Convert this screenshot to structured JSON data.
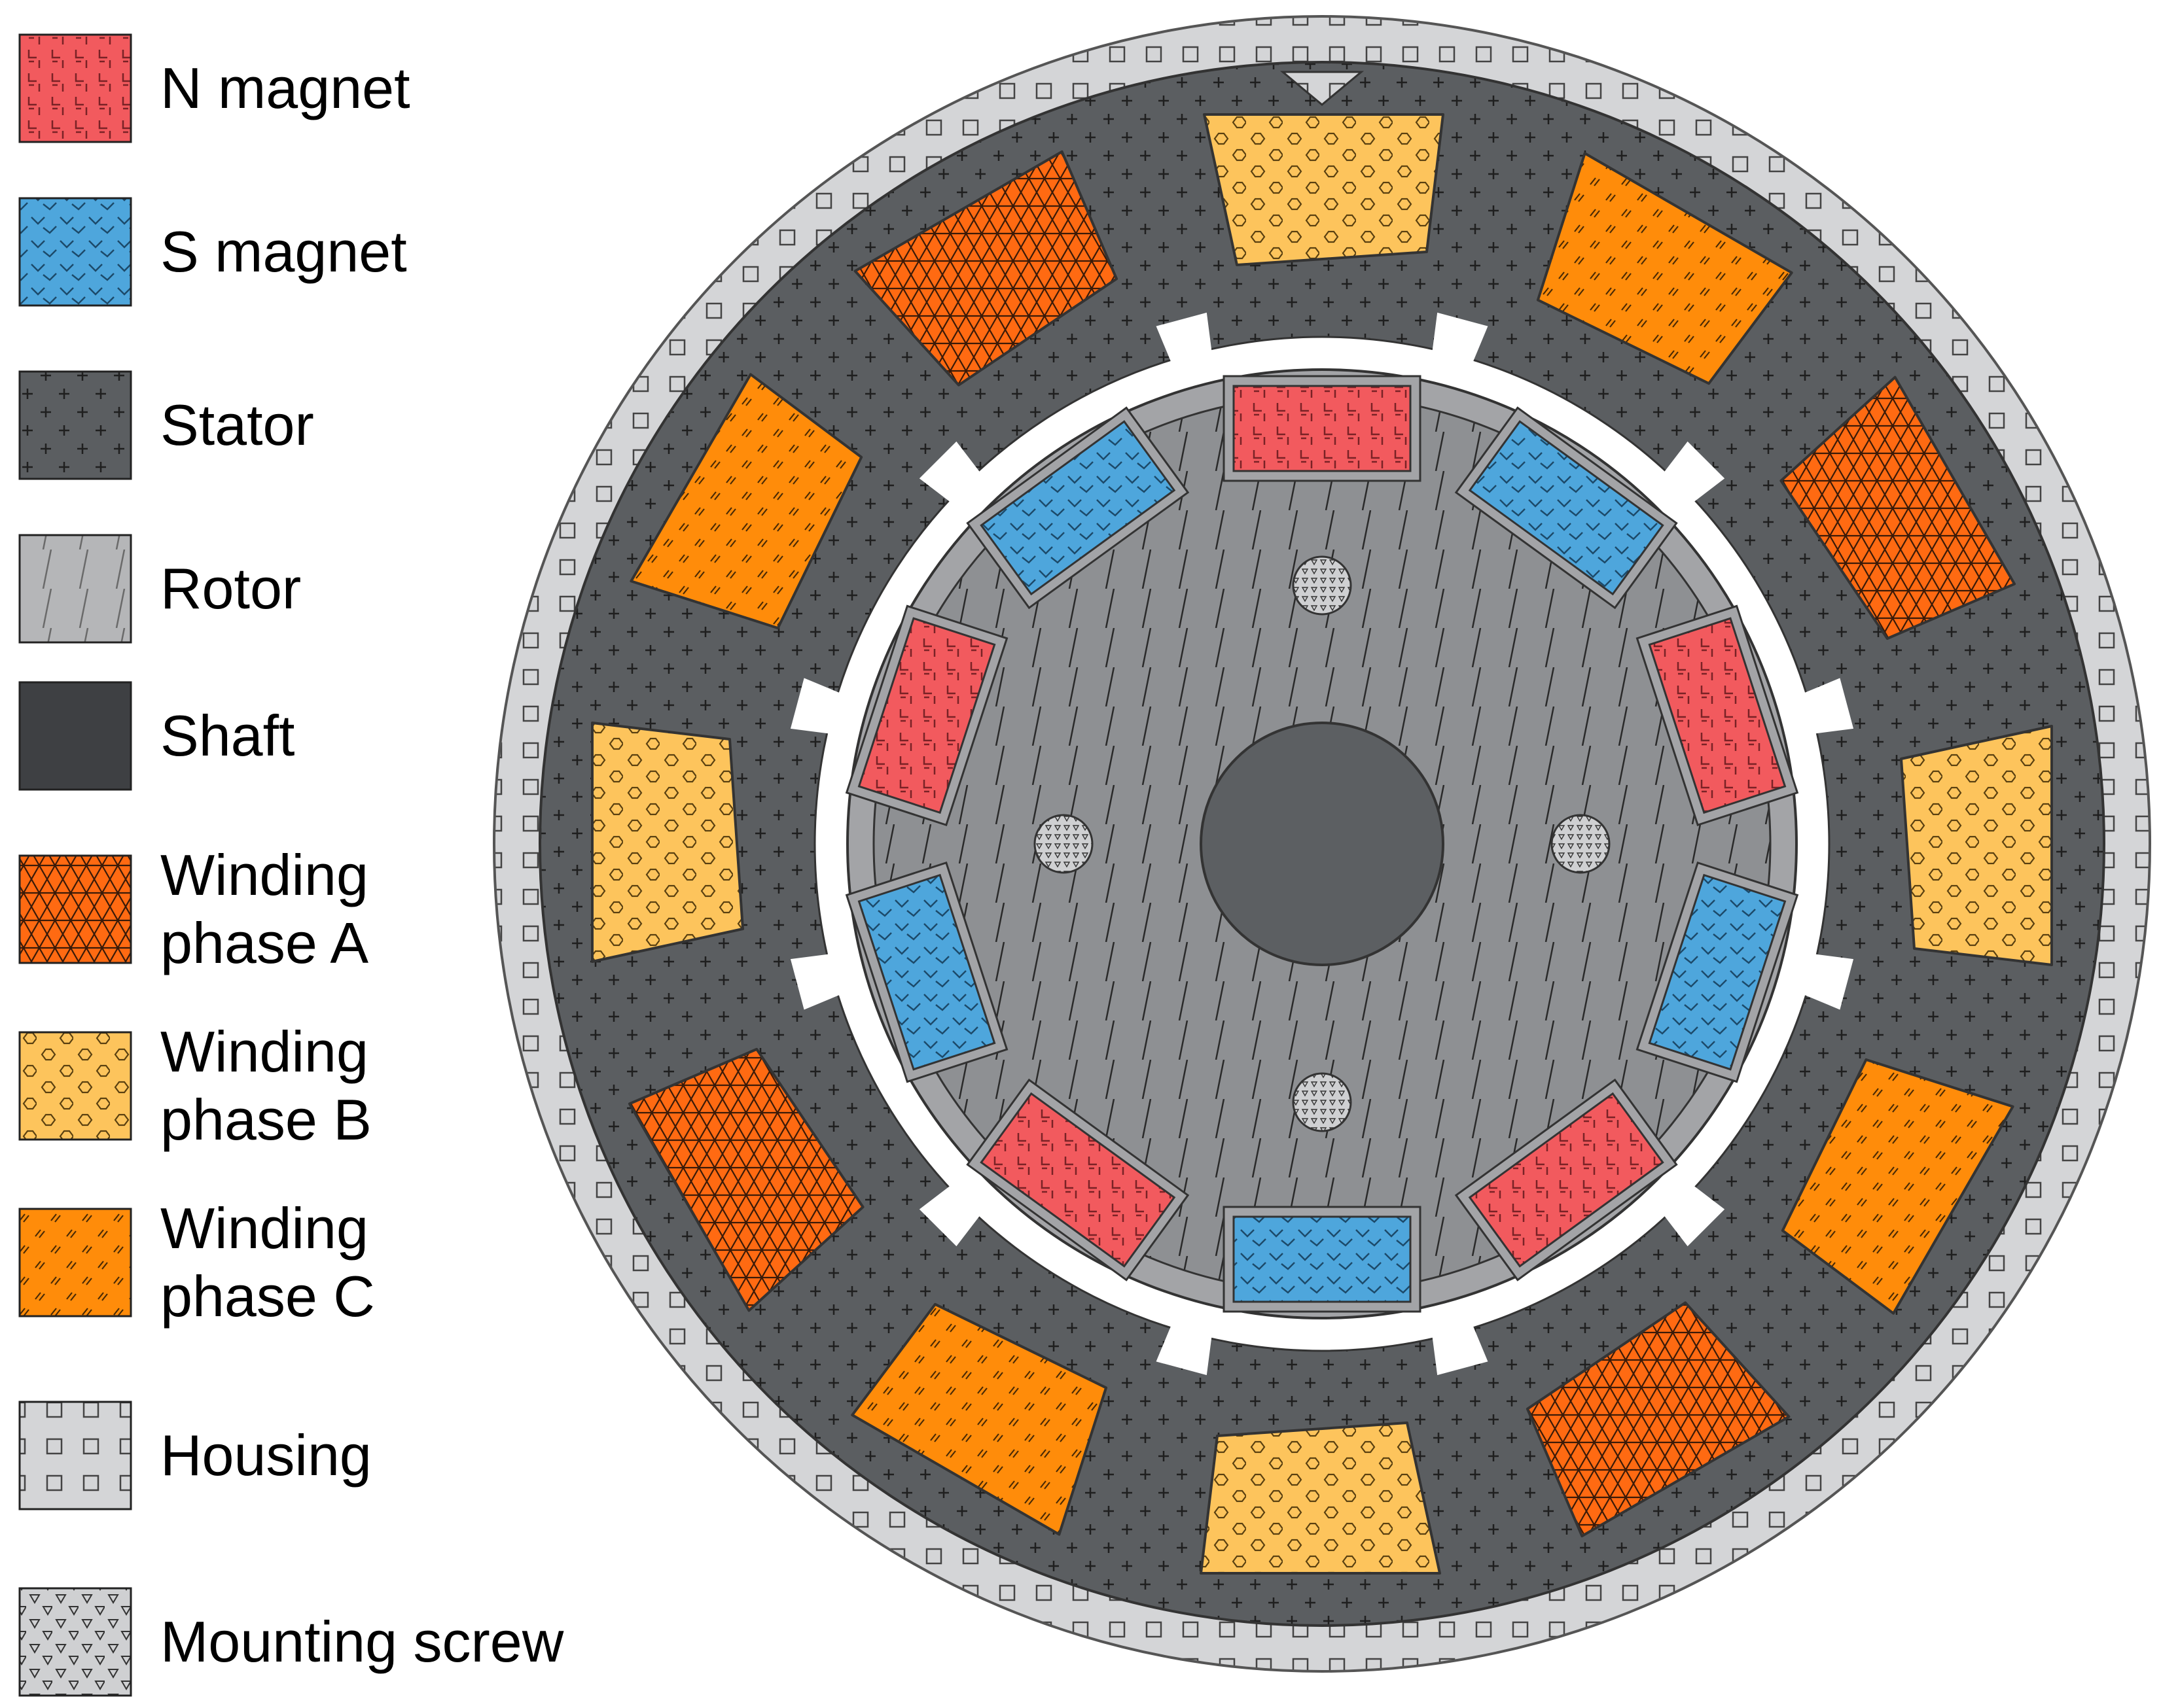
{
  "legend": {
    "items": [
      {
        "key": "n_magnet",
        "label_lines": [
          "N magnet"
        ],
        "pattern": "pat-n",
        "color": "#f25a5e",
        "icon_name": "n-magnet-swatch"
      },
      {
        "key": "s_magnet",
        "label_lines": [
          "S magnet"
        ],
        "pattern": "pat-s",
        "color": "#4ea6dc",
        "icon_name": "s-magnet-swatch"
      },
      {
        "key": "stator",
        "label_lines": [
          "Stator"
        ],
        "pattern": "pat-stator",
        "color": "#5b5e61",
        "icon_name": "stator-swatch"
      },
      {
        "key": "rotor",
        "label_lines": [
          "Rotor"
        ],
        "pattern": "pat-rotor",
        "color": "#a8a9ac",
        "icon_name": "rotor-swatch"
      },
      {
        "key": "shaft",
        "label_lines": [
          "Shaft"
        ],
        "pattern": "solid-shaft",
        "color": "#3e4043",
        "icon_name": "shaft-swatch"
      },
      {
        "key": "phase_a",
        "label_lines": [
          "Winding",
          "phase A"
        ],
        "pattern": "pat-a",
        "color": "#ff6a12",
        "icon_name": "winding-phase-a-swatch"
      },
      {
        "key": "phase_b",
        "label_lines": [
          "Winding",
          "phase B"
        ],
        "pattern": "pat-b",
        "color": "#fdc45c",
        "icon_name": "winding-phase-b-swatch"
      },
      {
        "key": "phase_c",
        "label_lines": [
          "Winding",
          "phase C"
        ],
        "pattern": "pat-c",
        "color": "#ff8c0a",
        "icon_name": "winding-phase-c-swatch"
      },
      {
        "key": "housing",
        "label_lines": [
          "Housing"
        ],
        "pattern": "pat-housing",
        "color": "#d4d5d7",
        "icon_name": "housing-swatch"
      },
      {
        "key": "screw",
        "label_lines": [
          "Mounting screw"
        ],
        "pattern": "pat-screw",
        "color": "#cfd0d2",
        "icon_name": "mounting-screw-swatch"
      }
    ]
  },
  "motor": {
    "slot_count": 12,
    "slot_phases": [
      "phase_b",
      "phase_c",
      "phase_a",
      "phase_b",
      "phase_c",
      "phase_a",
      "phase_b",
      "phase_c",
      "phase_a",
      "phase_b",
      "phase_c",
      "phase_a"
    ],
    "magnet_count": 10,
    "magnet_polarities": [
      "N",
      "S",
      "N",
      "S",
      "N",
      "S",
      "N",
      "S",
      "N",
      "S"
    ],
    "screw_count": 4
  }
}
